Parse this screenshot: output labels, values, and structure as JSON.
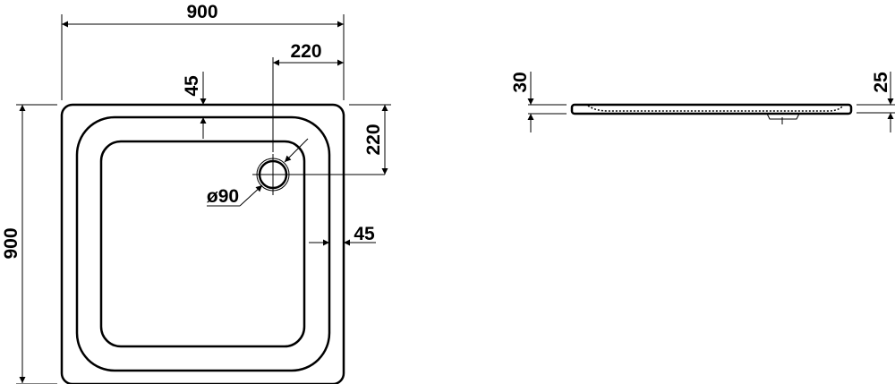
{
  "plan_view": {
    "width_label": "900",
    "depth_label": "900",
    "drain_offset_x_label": "220",
    "drain_offset_y_label": "220",
    "rim_top_label": "45",
    "rim_side_label": "45",
    "drain_diameter_label": "ø90"
  },
  "side_view": {
    "height_left_label": "30",
    "height_right_label": "25"
  }
}
